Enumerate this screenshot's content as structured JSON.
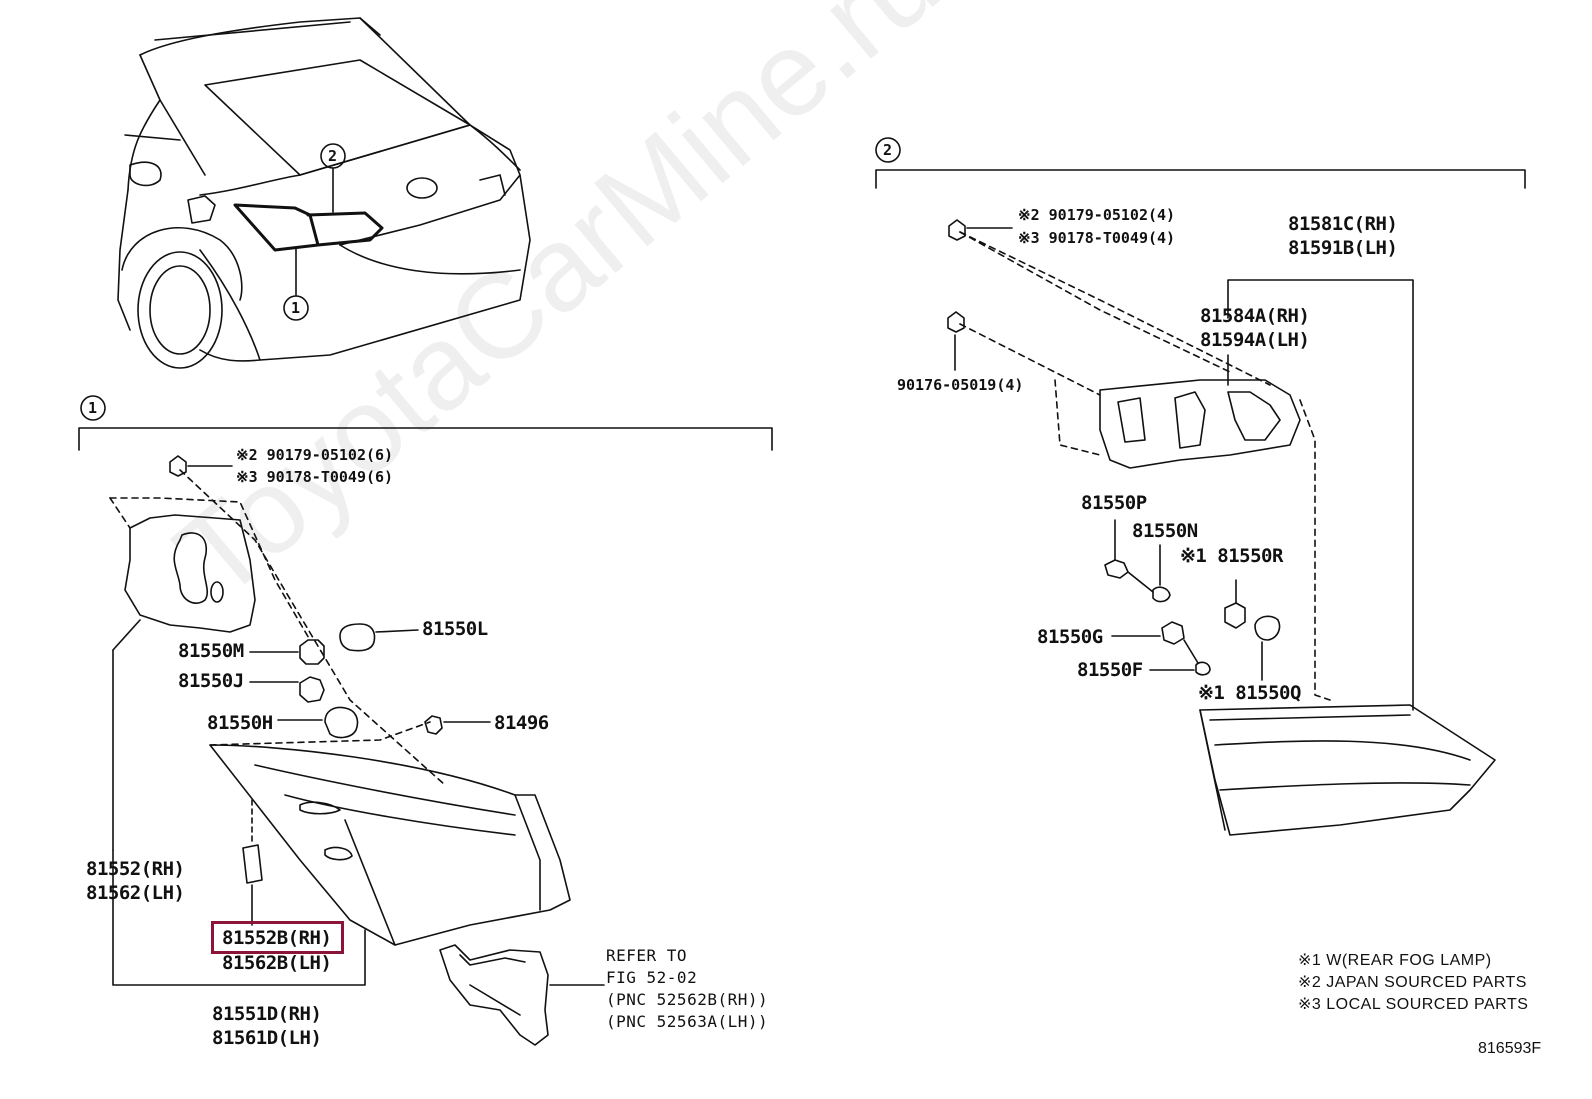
{
  "watermark": "ToyotaCarMine.ru",
  "diagram_id": "816593F",
  "callouts": {
    "one": "1",
    "two": "2"
  },
  "left_group": {
    "screw_note_a": "※2 90179-05102(6)",
    "screw_note_b": "※3 90178-T0049(6)",
    "parts": {
      "p81550L": "81550L",
      "p81550M": "81550M",
      "p81550J": "81550J",
      "p81550H": "81550H",
      "p81496": "81496",
      "lamp_rh": "81552(RH)",
      "lamp_lh": "81562(LH)",
      "lens_rh": "81552B(RH)",
      "lens_lh": "81562B(LH)",
      "assy_rh": "81551D(RH)",
      "assy_lh": "81561D(LH)"
    },
    "refer": {
      "line1": "REFER TO",
      "line2": "FIG 52-02",
      "line3": "(PNC 52562B(RH))",
      "line4": "(PNC 52563A(LH))"
    }
  },
  "right_group": {
    "screw_note_a": "※2 90179-05102(4)",
    "screw_note_b": "※3 90178-T0049(4)",
    "nut": "90176-05019(4)",
    "parts": {
      "assy_rh": "81581C(RH)",
      "assy_lh": "81591B(LH)",
      "gasket_rh": "81584A(RH)",
      "gasket_lh": "81594A(LH)",
      "p81550P": "81550P",
      "p81550N": "81550N",
      "p81550R": "※1 81550R",
      "p81550G": "81550G",
      "p81550F": "81550F",
      "p81550Q": "※1 81550Q"
    }
  },
  "legend": {
    "note1": "※1 W(REAR FOG LAMP)",
    "note2": "※2 JAPAN SOURCED PARTS",
    "note3": "※3 LOCAL SOURCED PARTS"
  },
  "colors": {
    "line": "#111111",
    "highlight": "#8a1538"
  }
}
